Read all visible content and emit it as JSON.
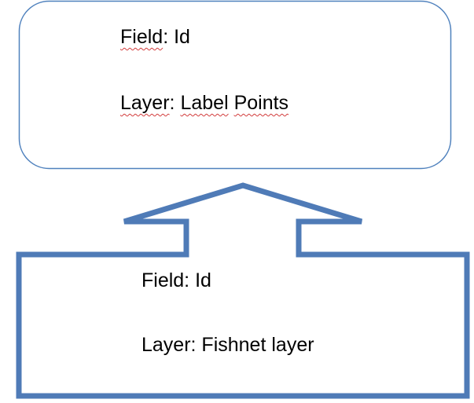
{
  "colors": {
    "rounded_box_stroke": "#4f81bd",
    "arrow_box_stroke": "#4f7bb7",
    "spellcheck_underline": "#d23c3c",
    "text": "#000000"
  },
  "top_box": {
    "field_prefix": "Field",
    "field_value": ": Id",
    "layer_prefix": "Layer",
    "layer_colon": ": ",
    "layer_word1": "Label",
    "layer_space": " ",
    "layer_word2": "Points"
  },
  "bottom_box": {
    "field_text": "Field: Id",
    "layer_text": "Layer: Fishnet layer"
  }
}
